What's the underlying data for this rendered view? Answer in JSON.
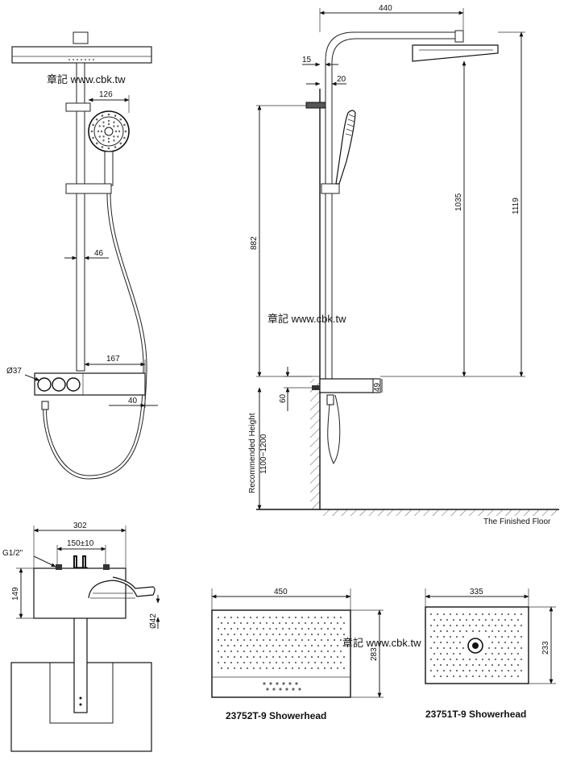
{
  "watermarks": [
    "章記 www.cbk.tw",
    "章記 www.cbk.tw",
    "章記 www.cbk.tw"
  ],
  "front_view": {
    "dims": {
      "handshower_width": "126",
      "pipe_offset": "46",
      "shelf_width": "167",
      "knob_diameter": "Ø37",
      "shelf_height": "40"
    }
  },
  "side_view": {
    "dims": {
      "arm_length": "440",
      "wall_gap": "15",
      "pipe_gap": "20",
      "bracket_height": "882",
      "head_height": "1035",
      "total_height": "1119",
      "outlet_offset": "60",
      "shelf_thickness": "49",
      "recommended_height_label": "Recommended Height",
      "recommended_height_value": "1100~1200"
    },
    "floor_label": "The Finished Floor"
  },
  "mixer_view": {
    "dims": {
      "overall_width": "302",
      "inlet_spacing": "150±10",
      "thread": "G1/2\"",
      "body_height": "149",
      "outlet_diameter": "Ø42"
    }
  },
  "showerhead_a": {
    "width": "450",
    "depth": "283",
    "caption": "23752T-9 Showerhead"
  },
  "showerhead_b": {
    "width": "335",
    "depth": "233",
    "caption": "23751T-9 Showerhead"
  }
}
